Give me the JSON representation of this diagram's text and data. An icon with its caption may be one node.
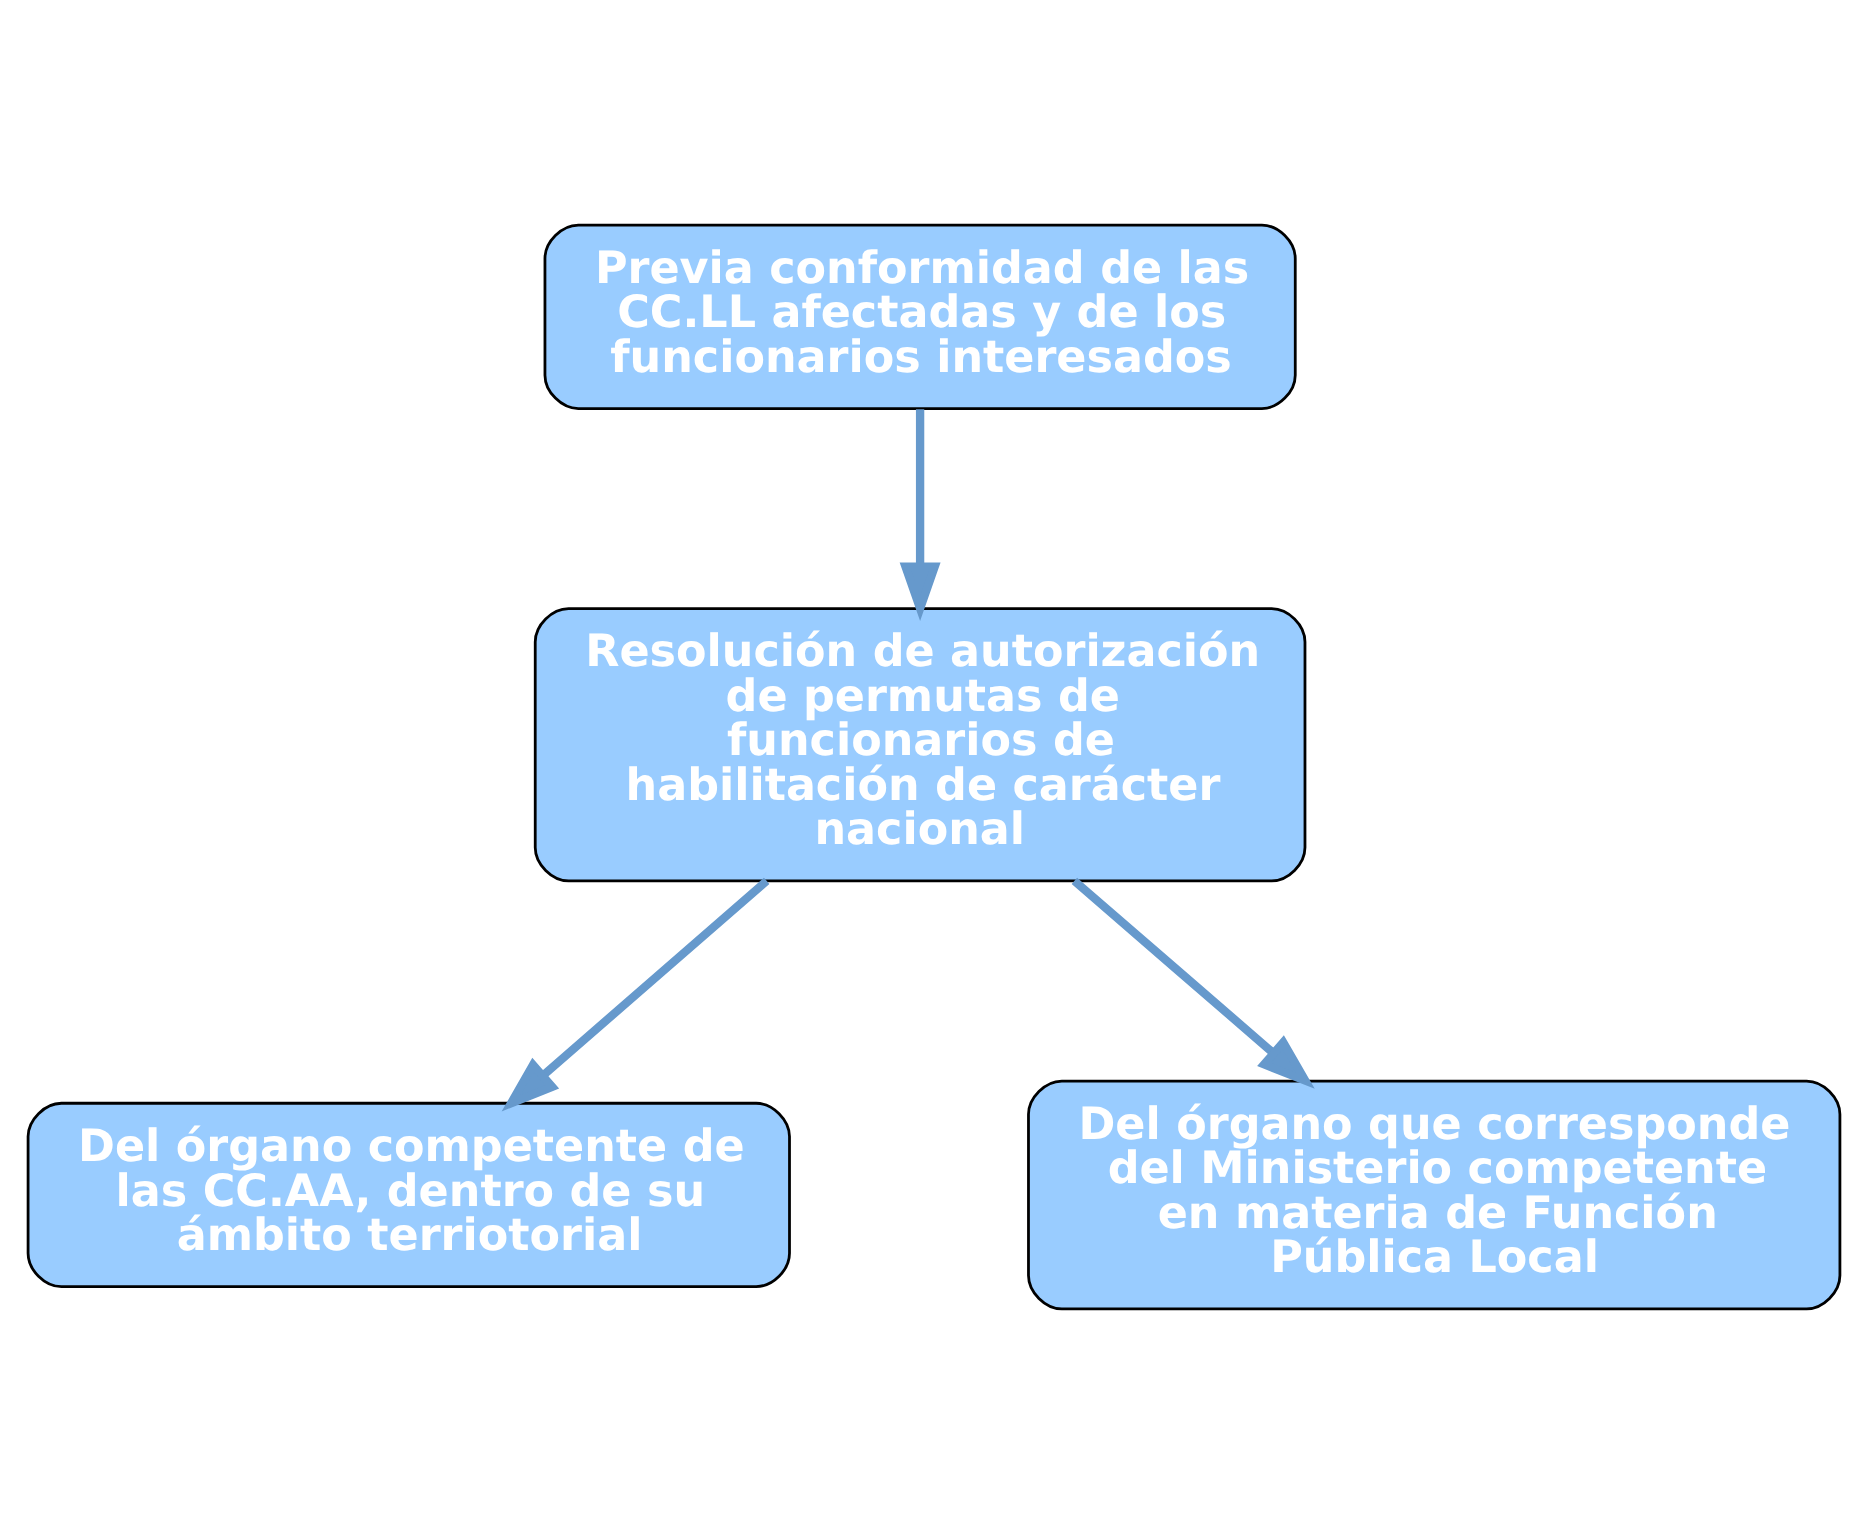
{
  "diagram": {
    "nodes": [
      {
        "text": [
          "Previa conformidad de las CC.LL afectadas y de los funcionarios interesados"
        ]
      },
      {
        "text": [
          "Resolución de autorización de permutas de funcionarios de habilitación de carácter nacional"
        ]
      },
      {
        "text": [
          "Del órgano competente de las CC.AA, dentro de su ámbito terriotorial"
        ]
      },
      {
        "text": [
          "Del órgano que corresponde del Ministerio competente en materia de Función Pública Local"
        ]
      }
    ],
    "edges": [
      {
        "from": 0,
        "to": 1,
        "arrow": "to"
      },
      {
        "from": 1,
        "to": 2,
        "arrow": "to"
      },
      {
        "from": 1,
        "to": 3,
        "arrow": "to"
      }
    ]
  }
}
